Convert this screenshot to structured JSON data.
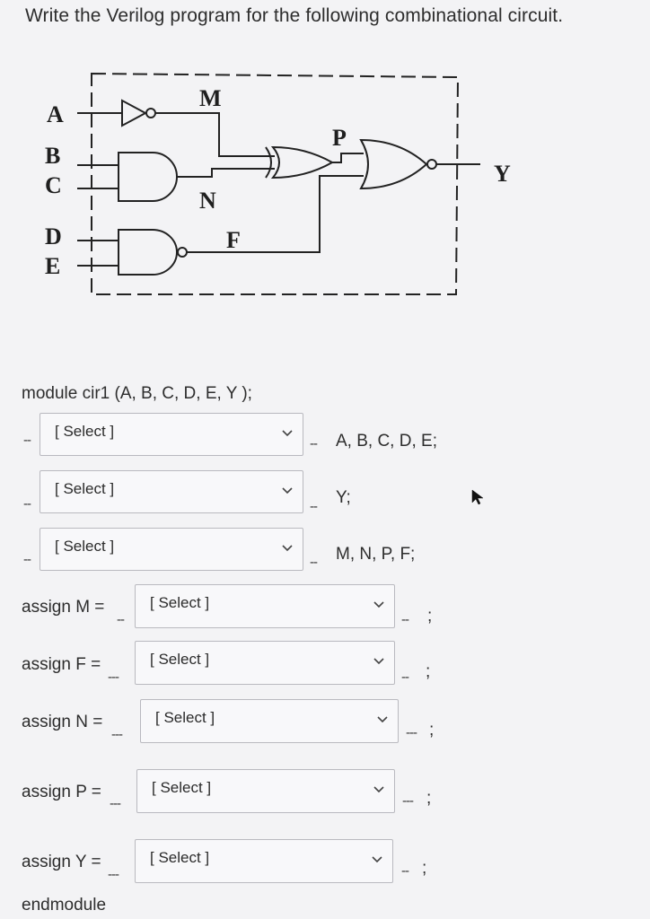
{
  "question": "Write the Verilog program for the following combinational circuit.",
  "circuit": {
    "inputs": [
      "A",
      "B",
      "C",
      "D",
      "E"
    ],
    "internal": [
      "M",
      "N",
      "F",
      "P"
    ],
    "output": "Y"
  },
  "module_decl": "module cir1 (A, B, C, D, E, Y );",
  "rows": [
    {
      "prefix": "",
      "dash_before": "--",
      "select": "[ Select ]",
      "dash_after": "--",
      "after": "A, B, C, D, E;"
    },
    {
      "prefix": "",
      "dash_before": "--",
      "select": "[ Select ]",
      "dash_after": "--",
      "after": "Y;"
    },
    {
      "prefix": "",
      "dash_before": "--",
      "select": "[ Select ]",
      "dash_after": "--",
      "after": "M, N, P, F;"
    },
    {
      "prefix": "assign M =",
      "dash_before": "--",
      "select": "[ Select ]",
      "dash_after": "--",
      "after": ";"
    },
    {
      "prefix": "assign F =",
      "dash_before": "---",
      "select": "[ Select ]",
      "dash_after": "--",
      "after": ";"
    },
    {
      "prefix": "assign N =",
      "dash_before": "---",
      "select": "[ Select ]",
      "dash_after": "---",
      "after": ";"
    },
    {
      "prefix": "assign P =",
      "dash_before": "---",
      "select": "[ Select ]",
      "dash_after": "---",
      "after": ";"
    },
    {
      "prefix": "assign Y =",
      "dash_before": "---",
      "select": "[ Select ]",
      "dash_after": "--",
      "after": ";"
    }
  ],
  "endmodule": "endmodule",
  "icons": {
    "chevron": "chevron-down-icon",
    "cursor": "mouse-pointer-icon"
  }
}
